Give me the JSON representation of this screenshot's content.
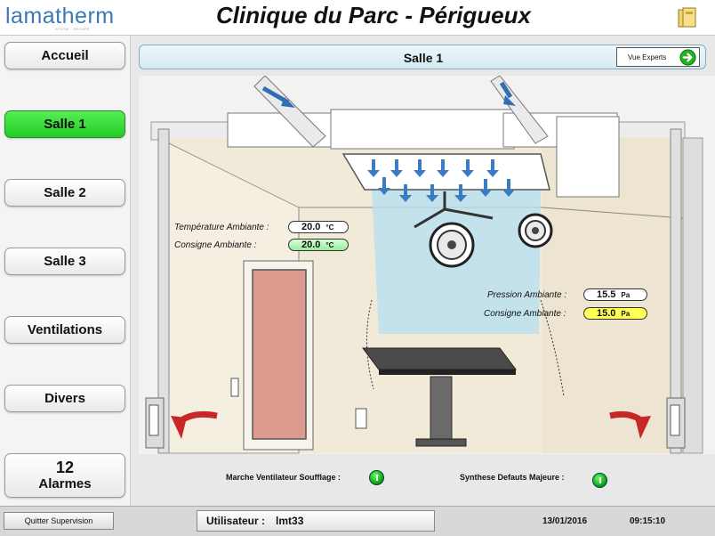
{
  "header": {
    "logo": "lamatherm",
    "logo_tagline": "ATSOM · GROUPE",
    "title": "Clinique du Parc - Périgueux"
  },
  "sidebar": {
    "items": [
      {
        "label": "Accueil",
        "active": false
      },
      {
        "label": "Salle 1",
        "active": true
      },
      {
        "label": "Salle 2",
        "active": false
      },
      {
        "label": "Salle 3",
        "active": false
      },
      {
        "label": "Ventilations",
        "active": false
      },
      {
        "label": "Divers",
        "active": false
      }
    ],
    "alarms": {
      "count": "12",
      "label": "Alarmes"
    }
  },
  "main": {
    "room_title": "Salle 1",
    "experts_label": "Vue Experts",
    "temperature": {
      "label": "Température Ambiante :",
      "value": "20.0",
      "unit": "°C"
    },
    "temperature_setpoint": {
      "label": "Consigne Ambiante :",
      "value": "20.0",
      "unit": "°C"
    },
    "pressure": {
      "label": "Pression Ambiante :",
      "value": "15.5",
      "unit": "Pa"
    },
    "pressure_setpoint": {
      "label": "Consigne Ambiante :",
      "value": "15.0",
      "unit": "Pa"
    },
    "status": {
      "fan_label": "Marche Ventilateur Soufflage :",
      "faults_label": "Synthese Defauts Majeure :"
    }
  },
  "footer": {
    "quit_label": "Quitter Supervision",
    "user_label": "Utilisateur :",
    "user_name": "lmt33",
    "date": "13/01/2016",
    "time": "09:15:10"
  },
  "colors": {
    "active_nav": "#22cc22",
    "status_led": "#0a9a0a",
    "pressure_setpoint_bg": "#ffff55",
    "logo": "#3a78b8"
  }
}
